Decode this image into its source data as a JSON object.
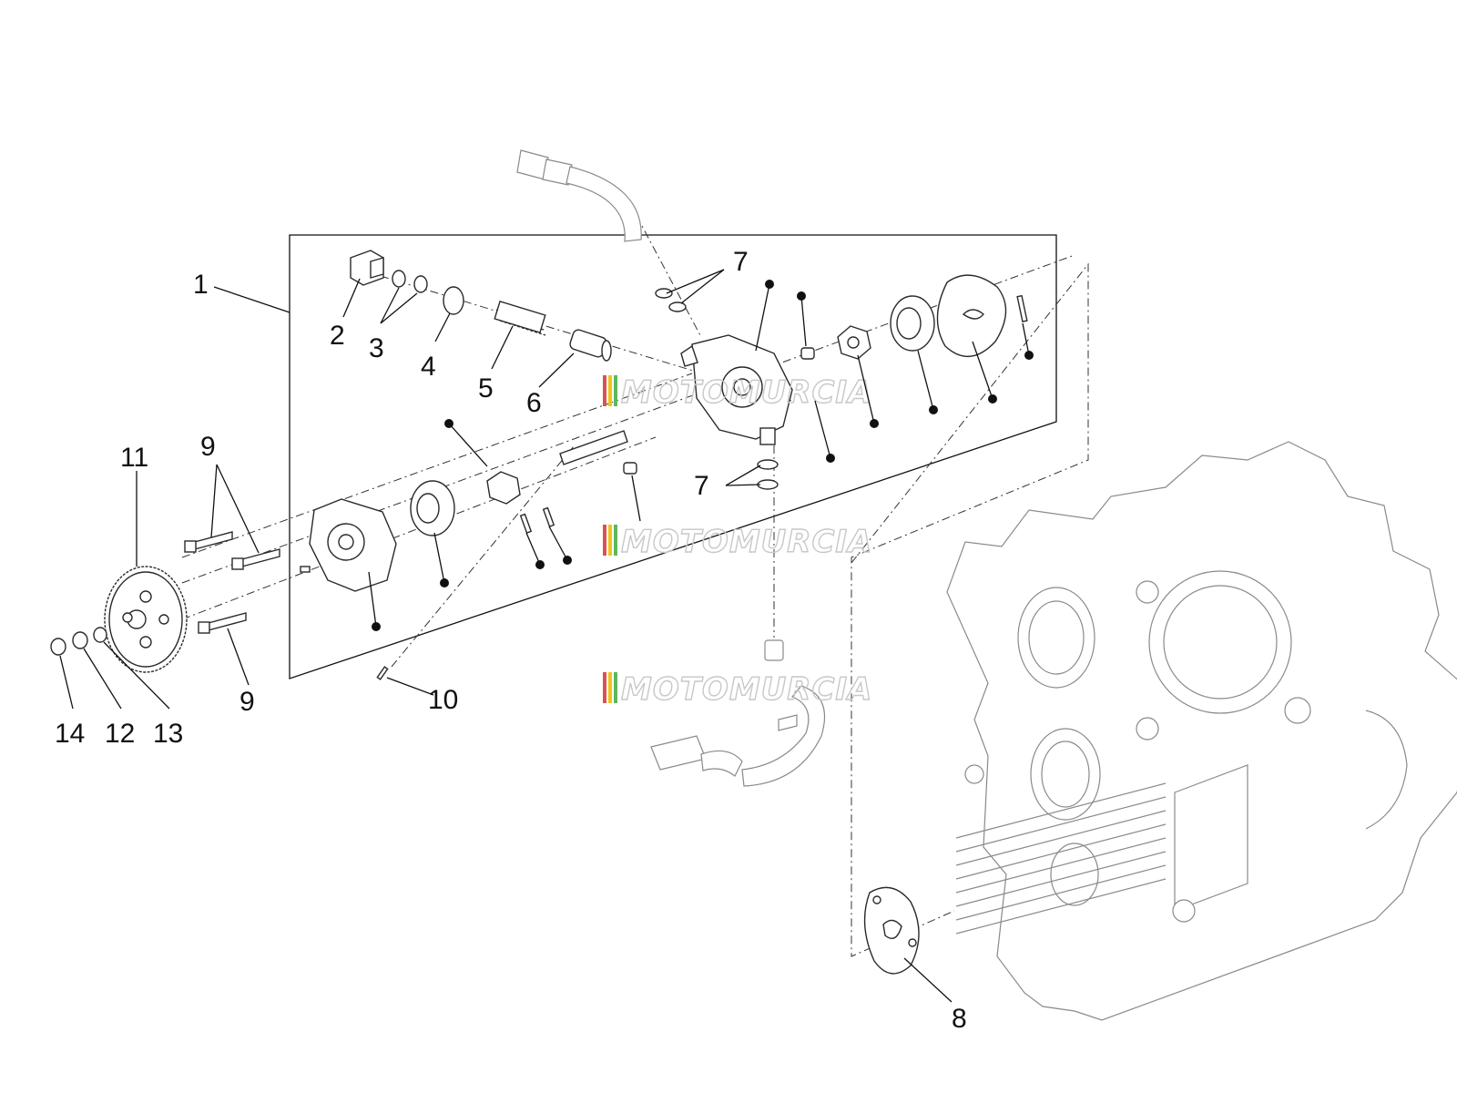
{
  "watermark": {
    "text": "MOTOMURCIA",
    "stripe_colors": [
      "#d9534f",
      "#f0c419",
      "#5cb85c"
    ]
  },
  "callouts": [
    {
      "id": "c1",
      "label": "1"
    },
    {
      "id": "c2",
      "label": "2"
    },
    {
      "id": "c3",
      "label": "3"
    },
    {
      "id": "c4",
      "label": "4"
    },
    {
      "id": "c5",
      "label": "5"
    },
    {
      "id": "c6",
      "label": "6"
    },
    {
      "id": "c7a",
      "label": "7"
    },
    {
      "id": "c7b",
      "label": "7"
    },
    {
      "id": "c8",
      "label": "8"
    },
    {
      "id": "c9a",
      "label": "9"
    },
    {
      "id": "c9b",
      "label": "9"
    },
    {
      "id": "c10",
      "label": "10"
    },
    {
      "id": "c11",
      "label": "11"
    },
    {
      "id": "c12",
      "label": "12"
    },
    {
      "id": "c13",
      "label": "13"
    },
    {
      "id": "c14",
      "label": "14"
    }
  ]
}
